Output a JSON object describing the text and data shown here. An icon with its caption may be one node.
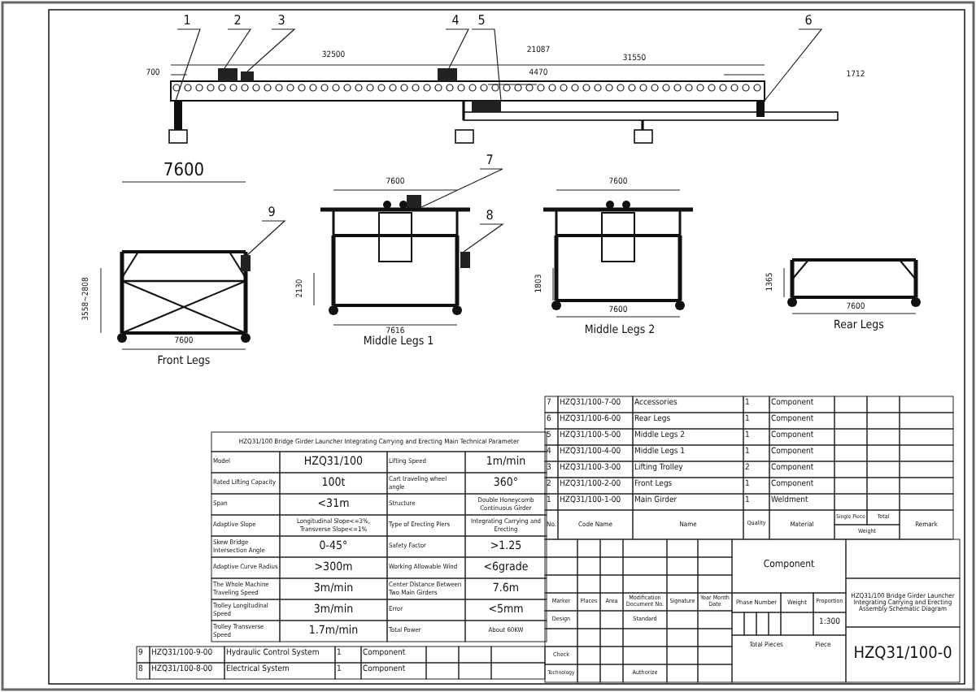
{
  "diagram": {
    "nodes": [
      {
        "text": [
          "1"
        ]
      },
      {
        "text": [
          "2"
        ]
      },
      {
        "text": [
          "3"
        ]
      },
      {
        "text": [
          "4"
        ]
      },
      {
        "text": [
          "5"
        ]
      },
      {
        "text": [
          "6"
        ]
      },
      {
        "text": [
          "7"
        ]
      },
      {
        "text": [
          "8"
        ]
      },
      {
        "text": [
          "9"
        ]
      },
      {
        "text": [],
        "shape": "bar"
      },
      {
        "text": [],
        "shape": "box"
      },
      {
        "text": [],
        "shape": "box"
      },
      {
        "text": [],
        "shape": "box"
      },
      {
        "text": [],
        "shape": "box"
      },
      {
        "text": [],
        "shape": "bar"
      },
      {
        "text": [],
        "shape": "box"
      },
      {
        "text": [],
        "shape": "box"
      },
      {
        "text": [],
        "shape": "box"
      }
    ],
    "edges": [
      {
        "from": 0,
        "to": 9,
        "arrow": "none"
      },
      {
        "from": 1,
        "to": 10,
        "arrow": "none"
      },
      {
        "from": 2,
        "to": 11,
        "arrow": "none"
      },
      {
        "from": 3,
        "to": 12,
        "arrow": "none"
      },
      {
        "from": 4,
        "to": 13,
        "arrow": "none"
      },
      {
        "from": 5,
        "to": 14,
        "arrow": "none"
      },
      {
        "from": 6,
        "to": 15,
        "arrow": "none"
      },
      {
        "from": 7,
        "to": 16,
        "arrow": "none"
      },
      {
        "from": 8,
        "to": 17,
        "arrow": "none"
      }
    ],
    "labels": [
      "700",
      "32500",
      "21087",
      "4470",
      "31550",
      "1712",
      "7600",
      "3558~2808",
      "7600",
      "Front Legs",
      "7600",
      "2130",
      "7616",
      "Middle Legs 1",
      "7600",
      "1803",
      "7600",
      "Middle Legs 2",
      "1365",
      "7600",
      "Rear Legs",
      "HZQ31/100 Bridge Girder Launcher Integrating Carrying and Erecting Main Technical Parameter",
      "Model",
      "HZQ31/100",
      "Lifting Speed",
      "1m/min",
      "Rated Lifting Capacity",
      "100t",
      "Cart traveling wheel angle",
      "360°",
      "Span",
      "<31m",
      "Structure",
      "Double Honeycomb Continuous Girder",
      "Adaptive Slope",
      "Longitudinal Slope<=3%, Transverse Slope<=1%",
      "Type of Erecting Piers",
      "Integrating Carrying and Erecting",
      "Skew Bridge Intersection Angle",
      "0-45°",
      "Safety Factor",
      ">1.25",
      "Adaptive Curve Radius",
      ">300m",
      "Working Allowable Wind",
      "<6grade",
      "The Whole Machine Traveling Speed",
      "3m/min",
      "Center Distance Between Two Main Girders",
      "7.6m",
      "Trolley Longitudinal Speed",
      "3m/min",
      "Error",
      "<5mm",
      "Trolley Transverse Speed",
      "1.7m/min",
      "Total Power",
      "About 60KW",
      "7",
      "HZQ31/100-7-00",
      "Accessories",
      "1",
      "Component",
      "6",
      "HZQ31/100-6-00",
      "Rear Legs",
      "1",
      "Component",
      "5",
      "HZQ31/100-5-00",
      "Middle Legs 2",
      "1",
      "Component",
      "4",
      "HZQ31/100-4-00",
      "Middle Legs 1",
      "1",
      "Component",
      "3",
      "HZQ31/100-3-00",
      "Lifting Trolley",
      "2",
      "Component",
      "2",
      "HZQ31/100-2-00",
      "Front Legs",
      "1",
      "Component",
      "1",
      "HZQ31/100-1-00",
      "Main Girder",
      "1",
      "Weldment",
      "No.",
      "Code Name",
      "Name",
      "Quality",
      "Material",
      "Single Piece",
      "Total",
      "Weight",
      "Remark",
      "Marker",
      "Places",
      "Area",
      "Modification Document No.",
      "Signature",
      "Year Month Date",
      "Design",
      "Standard",
      "Check",
      "Technology",
      "Authorize",
      "Component",
      "Phase Number",
      "Weight",
      "Proportion",
      "1:300",
      "Total Pieces",
      "Piece",
      "HZQ31/100 Bridge Girder Launcher Integrating Carrying and Erecting Assembly Schematic Diagram",
      "HZQ31/100-0",
      "9",
      "HZQ31/100-9-00",
      "Hydraulic Control System",
      "1",
      "Component",
      "8",
      "HZQ31/100-8-00",
      "Electrical System",
      "1",
      "Component"
    ]
  }
}
